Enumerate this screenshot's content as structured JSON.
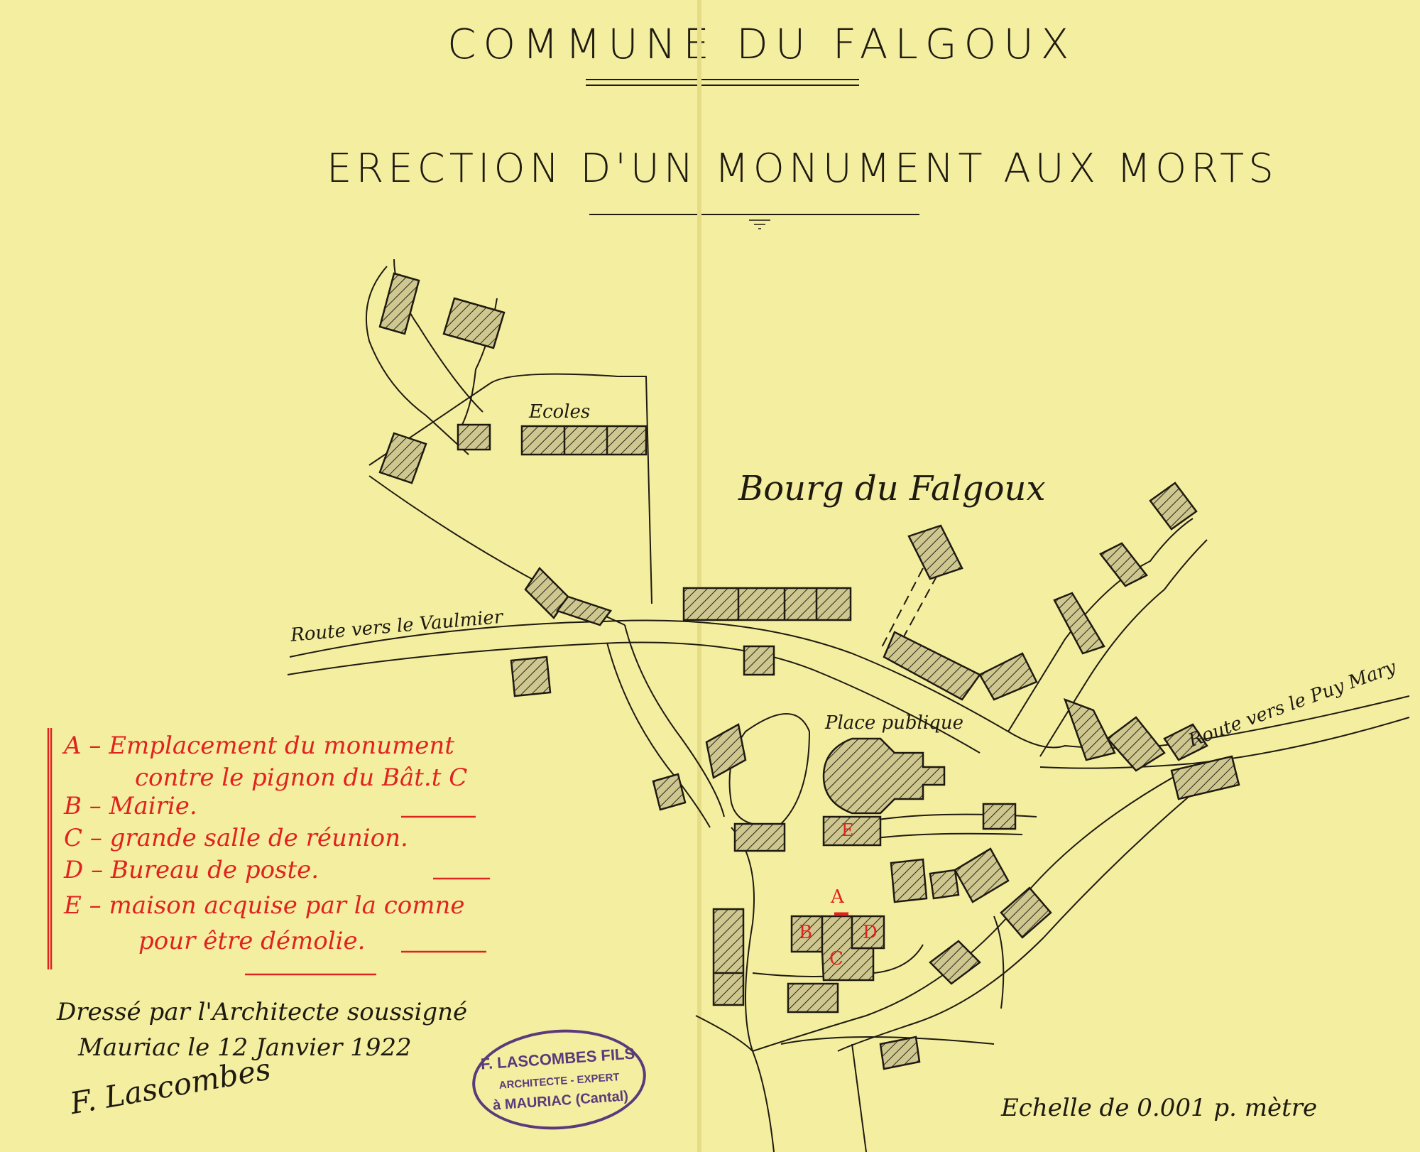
{
  "title": "COMMUNE DU FALGOUX",
  "subtitle": "ERECTION D'UN MONUMENT AUX MORTS",
  "map": {
    "place_name": "Bourg du Falgoux",
    "labels": {
      "ecoles": "Ecoles",
      "place_publique": "Place publique",
      "route_vaulmier": "Route vers le Vaulmier",
      "route_puy_mary": "Route vers le Puy Mary",
      "bldg_a": "A",
      "bldg_b": "B",
      "bldg_c": "C",
      "bldg_d": "D",
      "bldg_e": "E"
    }
  },
  "legend": [
    {
      "key": "A",
      "text": "Emplacement du monument"
    },
    {
      "key": "",
      "text": "contre le pignon du Bât.t C"
    },
    {
      "key": "B",
      "text": "Mairie."
    },
    {
      "key": "C",
      "text": "grande salle de réunion."
    },
    {
      "key": "D",
      "text": "Bureau de poste."
    },
    {
      "key": "E",
      "text": "maison acquise par la comne"
    },
    {
      "key": "",
      "text": "pour être démolie."
    }
  ],
  "signature_block": {
    "line1": "Dressé par l'Architecte soussigné",
    "line2": "Mauriac le 12 Janvier 1922"
  },
  "stamp": {
    "name": "F. LASCOMBES FILS",
    "role": "ARCHITECTE - EXPERT",
    "place": "à MAURIAC (Cantal)"
  },
  "signature": "F. Lascombes",
  "scale": "Echelle de 0.001 p. mètre",
  "colors": {
    "paper": "#f4eea0",
    "ink": "#1e1a10",
    "red_ink": "#e0231f",
    "stamp": "#5a3a7a"
  }
}
